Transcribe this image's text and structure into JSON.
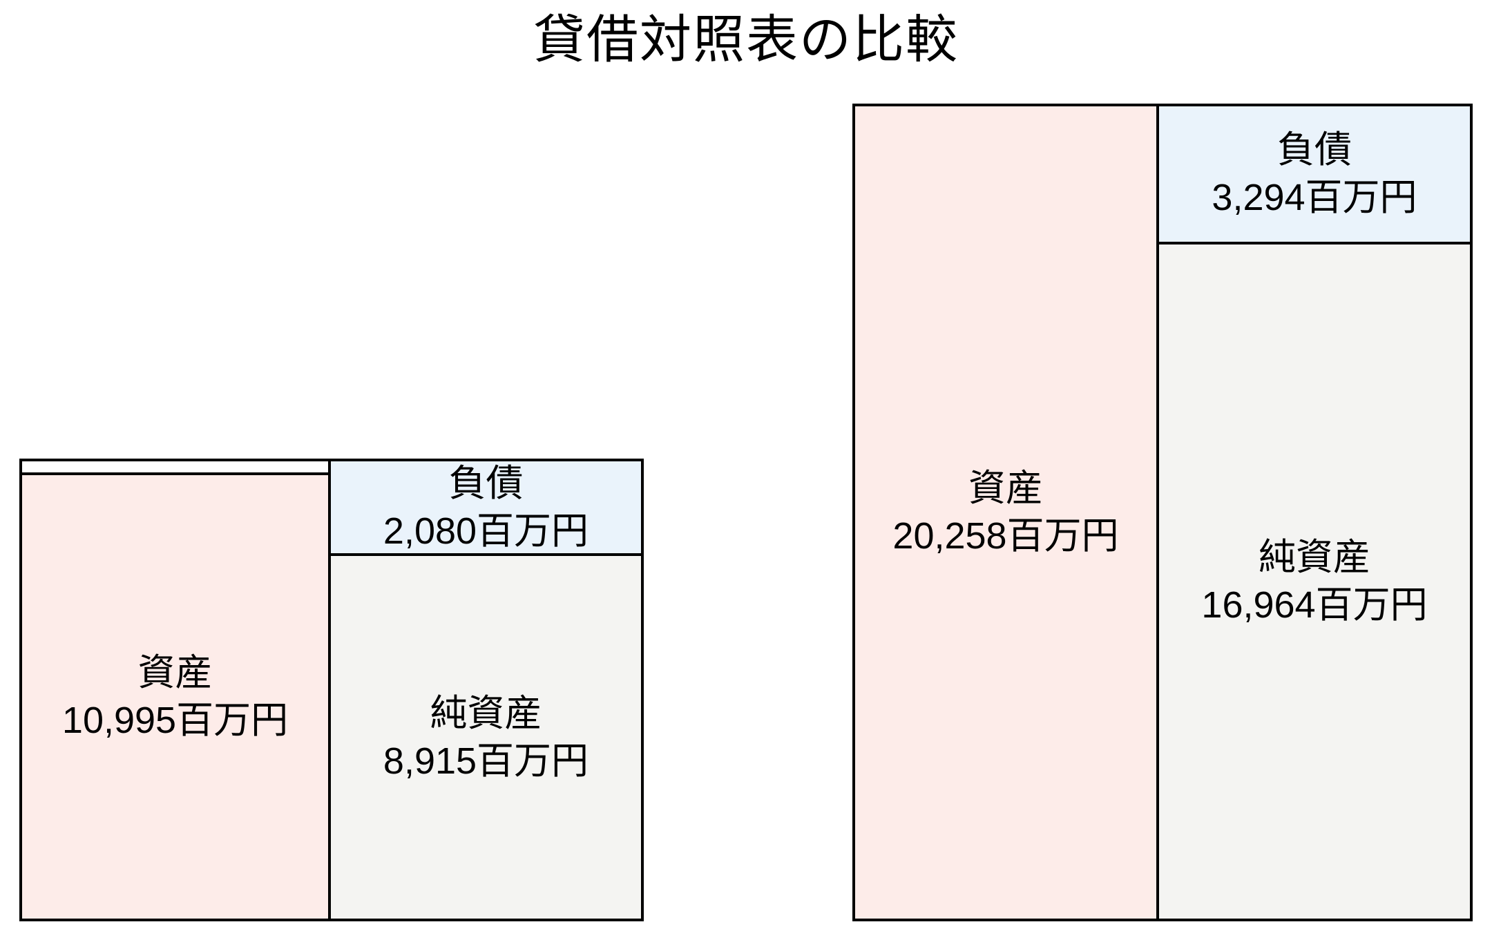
{
  "title": "貸借対照表の比較",
  "charts": [
    {
      "position": "left",
      "assets": {
        "label": "資産",
        "amount": "10,995百万円"
      },
      "liabilities": {
        "label": "負債",
        "amount": "2,080百万円"
      },
      "net_assets": {
        "label": "純資産",
        "amount": "8,915百万円"
      }
    },
    {
      "position": "right",
      "assets": {
        "label": "資産",
        "amount": "20,258百万円"
      },
      "liabilities": {
        "label": "負債",
        "amount": "3,294百万円"
      },
      "net_assets": {
        "label": "純資産",
        "amount": "16,964百万円"
      }
    }
  ],
  "chart_data": {
    "type": "bar",
    "subtype": "balance-sheet-box-comparison",
    "title": "貸借対照表の比較",
    "unit": "百万円",
    "categories": [
      "資産",
      "負債",
      "純資産"
    ],
    "series": [
      {
        "name": "left",
        "values": {
          "資産": 10995,
          "負債": 2080,
          "純資産": 8915
        }
      },
      {
        "name": "right",
        "values": {
          "資産": 20258,
          "負債": 3294,
          "純資産": 16964
        }
      }
    ],
    "layout": {
      "legend": false,
      "axes": false,
      "labels_inside_boxes": true,
      "assets_left_column": true,
      "liabilities_top_right": true,
      "net_assets_bottom_right": true
    },
    "colors": {
      "assets_fill": "#fdece9",
      "liabilities_fill": "#eaf3fb",
      "net_assets_fill": "#f4f4f2",
      "border": "#000000",
      "text": "#000000",
      "background": "#ffffff"
    }
  }
}
